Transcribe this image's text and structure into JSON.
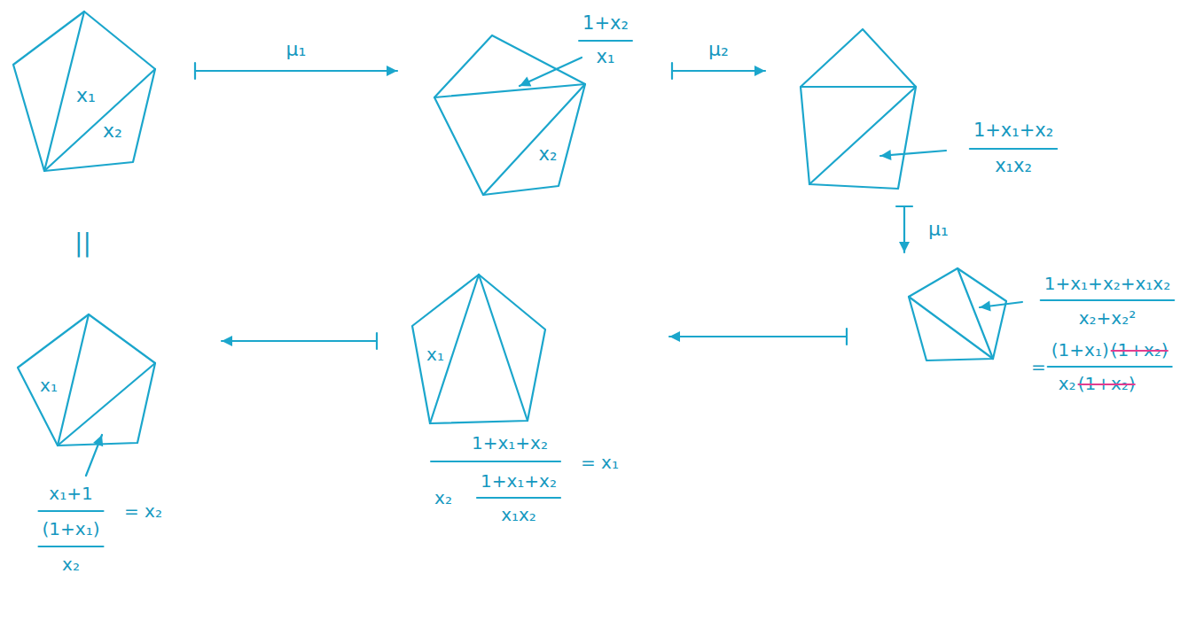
{
  "diagram": {
    "nodes": [
      {
        "text": [
          "x₁",
          "x₂"
        ]
      },
      {
        "text": [
          "1+x₂",
          "x₁",
          "x₂"
        ]
      },
      {
        "text": [
          "1+x₁+x₂",
          "x₁x₂"
        ]
      },
      {
        "text": [
          "1+x₁+x₂+x₁x₂",
          "x₂+x₂²",
          "=",
          "(1+x₁)",
          "(1+x₂)",
          "x₂",
          "(1+x₂)"
        ]
      },
      {
        "text": [
          "x₁",
          "1+x₁+x₂",
          "x₂",
          "1+x₁+x₂",
          "x₁x₂",
          "= x₁"
        ]
      },
      {
        "text": [
          "x₁",
          "x₁+1",
          "(1+x₁)",
          "x₂",
          "= x₂"
        ]
      }
    ],
    "edges": [
      {
        "from": 0,
        "to": 1,
        "arrow": "to",
        "label": "μ₁"
      },
      {
        "from": 1,
        "to": 2,
        "arrow": "to",
        "label": "μ₂"
      },
      {
        "from": 2,
        "to": 3,
        "arrow": "to",
        "label": "μ₁"
      },
      {
        "from": 3,
        "to": 4,
        "arrow": "to"
      },
      {
        "from": 4,
        "to": 5,
        "arrow": "to"
      }
    ],
    "labels": [
      "||"
    ]
  }
}
